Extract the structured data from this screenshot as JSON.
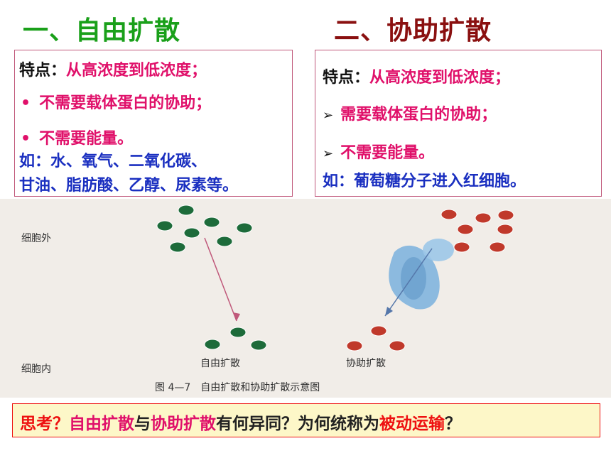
{
  "titles": {
    "left": "一、自由扩散",
    "right": "二、协助扩散"
  },
  "left_box": {
    "feature_label": "特点：",
    "feature_value": "从高浓度到低浓度；",
    "bullet_char": "•",
    "point1": "不需要载体蛋白的协助；",
    "point2": "不需要能量。",
    "example_line1": "如：水、氧气、二氧化碳、",
    "example_line2": "甘油、脂肪酸、乙醇、尿素等。"
  },
  "right_box": {
    "feature_label": "特点：",
    "feature_value": "从高浓度到低浓度；",
    "arrow_char": "➢",
    "point1": "需要载体蛋白的协助；",
    "point2": "不需要能量。",
    "example": "如：葡萄糖分子进入红细胞。"
  },
  "figure": {
    "outside_label": "细胞外",
    "inside_label": "细胞内",
    "free_label": "自由扩散",
    "assisted_label": "协助扩散",
    "caption": "图 4—7　自由扩散和协助扩散示意图",
    "colors": {
      "head": "#e8703a",
      "tail": "#e6b020",
      "green_molecule": "#1d6b3a",
      "red_molecule": "#c0392b",
      "protein": "#7ab0dd"
    }
  },
  "think": {
    "q": "思考？",
    "t1": "自由扩散",
    "t2": "与",
    "t3": "协助扩散",
    "t4": "有何异同？为何统称为",
    "t5": "被动运输",
    "t6": "？"
  }
}
